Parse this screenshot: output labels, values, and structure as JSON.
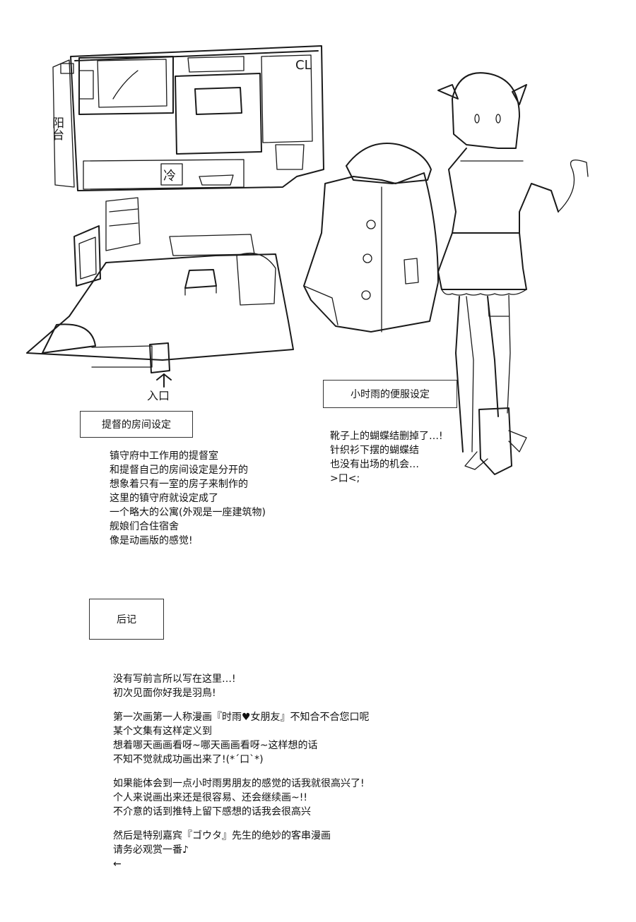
{
  "sketch_labels": {
    "cl": "CL",
    "balcony": "阳台",
    "fridge": "冷",
    "entrance": "入口"
  },
  "room_section": {
    "heading": "提督的房间设定",
    "lines": [
      "镇守府中工作用的提督室",
      "和提督自己的房间设定是分开的",
      "想象着只有一室的房子来制作的",
      "这里的镇守府就设定成了",
      "一个略大的公寓(外观是一座建筑物)",
      "舰娘们合住宿舍",
      "像是动画版的感觉!"
    ]
  },
  "outfit_section": {
    "heading": "小时雨的便服设定",
    "lines": [
      "靴子上的蝴蝶结删掉了…!",
      "针织衫下摆的蝴蝶结",
      "也没有出场的机会…",
      ">口<;"
    ]
  },
  "afterword": {
    "heading": "后记",
    "p1": [
      "没有写前言所以写在这里…!",
      "初次见面你好我是羽鳥!"
    ],
    "p2": [
      "第一次画第一人称漫画『时雨♥女朋友』不知合不合您口呢",
      "某个文集有这样定义到",
      "想着哪天画画看呀~哪天画画看呀~这样想的话",
      "不知不觉就成功画出来了!(*´口`*)"
    ],
    "p3": [
      "如果能体会到一点小时雨男朋友的感觉的话我就很高兴了!",
      "个人来说画出来还是很容易、还会继续画~!!",
      "不介意的话到推特上留下感想的话我会很高兴"
    ],
    "p4": [
      "然后是特别嘉宾『ゴウタ』先生的绝妙的客串漫画",
      "请务必观赏一番♪",
      "←"
    ]
  }
}
